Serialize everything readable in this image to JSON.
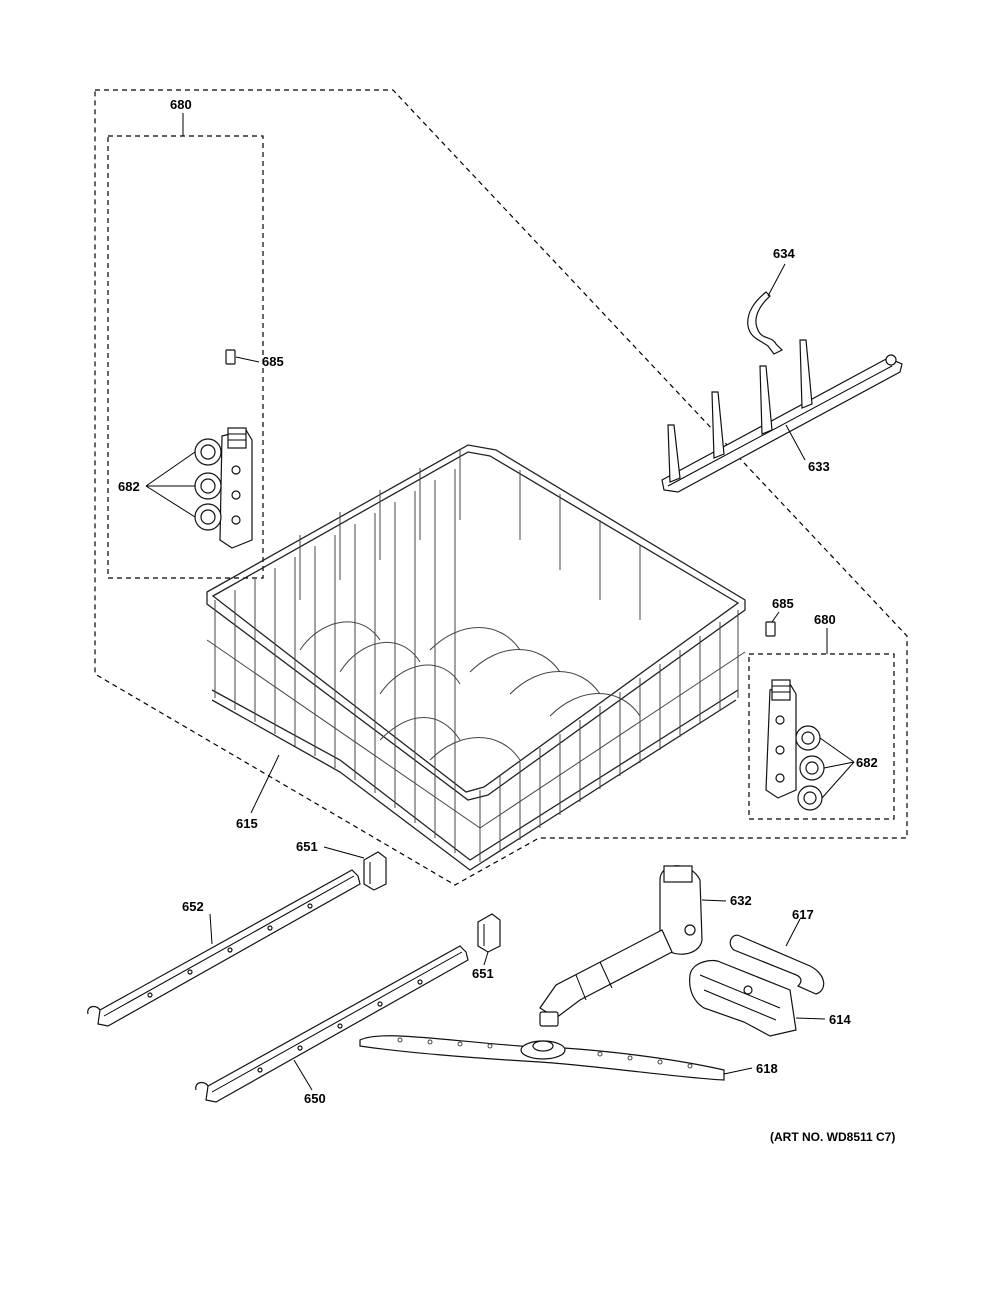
{
  "diagram": {
    "labels": {
      "p634": "634",
      "p633": "633",
      "p680a": "680",
      "p685a": "685",
      "p682a": "682",
      "p615": "615",
      "p685b": "685",
      "p680b": "680",
      "p682b": "682",
      "p651a": "651",
      "p652": "652",
      "p632": "632",
      "p617": "617",
      "p651b": "651",
      "p614": "614",
      "p618": "618",
      "p650": "650"
    },
    "art_no": "(ART NO. WD8511 C7)"
  }
}
